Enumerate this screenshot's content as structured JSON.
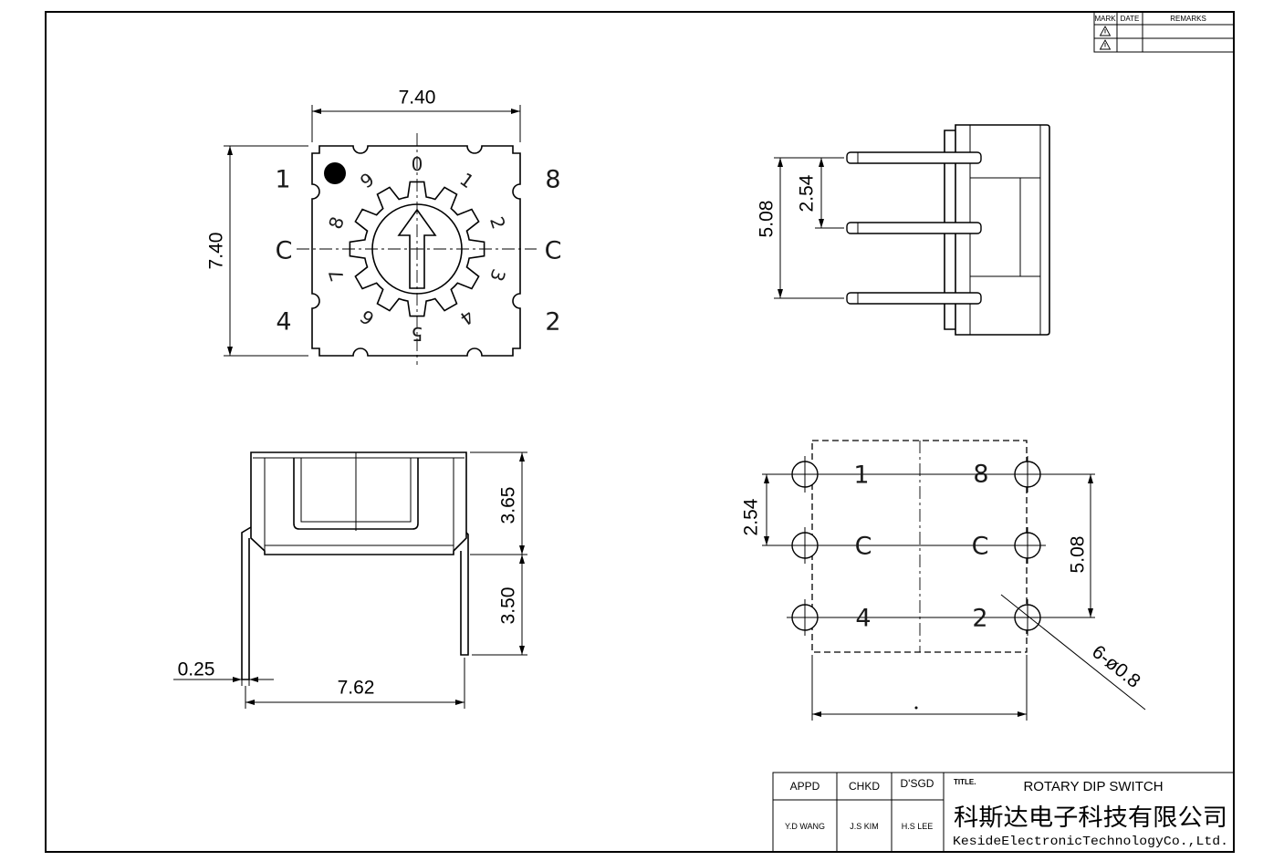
{
  "revision_table": {
    "headers": [
      "MARK",
      "DATE",
      "REMARKS"
    ],
    "rows": [
      {
        "mark_icon": "revision-triangle-icon"
      },
      {
        "mark_icon": "revision-triangle-icon"
      }
    ]
  },
  "title_block": {
    "appd_label": "APPD",
    "chkd_label": "CHKD",
    "dsgd_label": "D'SGD",
    "title_label": "TITLE.",
    "title": "ROTARY DIP SWITCH",
    "appd": "Y.D WANG",
    "chkd": "J.S KIM",
    "dsgd": "H.S LEE",
    "company_cn": "科斯达电子科技有限公司",
    "company_en": "KesideElectronicTechnologyCo.,Ltd."
  },
  "top_view": {
    "width_dim": "7.40",
    "height_dim": "7.40",
    "pin_labels": [
      "1",
      "8",
      "C",
      "C",
      "4",
      "2"
    ],
    "dial_digits": [
      "0",
      "1",
      "2",
      "3",
      "4",
      "5",
      "6",
      "7",
      "8",
      "9"
    ]
  },
  "side_view": {
    "pitch_dim": "2.54",
    "span_dim": "5.08"
  },
  "front_view": {
    "body_height_dim": "3.65",
    "lead_length_dim": "3.50",
    "lead_width_dim": "0.25",
    "lead_span_dim": "7.62"
  },
  "footprint": {
    "pin_labels": [
      "1",
      "8",
      "C",
      "C",
      "4",
      "2"
    ],
    "pitch_dim": "2.54",
    "span_dim": "5.08",
    "hole_note": "6-ø0.8"
  },
  "colors": {
    "line": "#000000",
    "paper": "#ffffff"
  }
}
